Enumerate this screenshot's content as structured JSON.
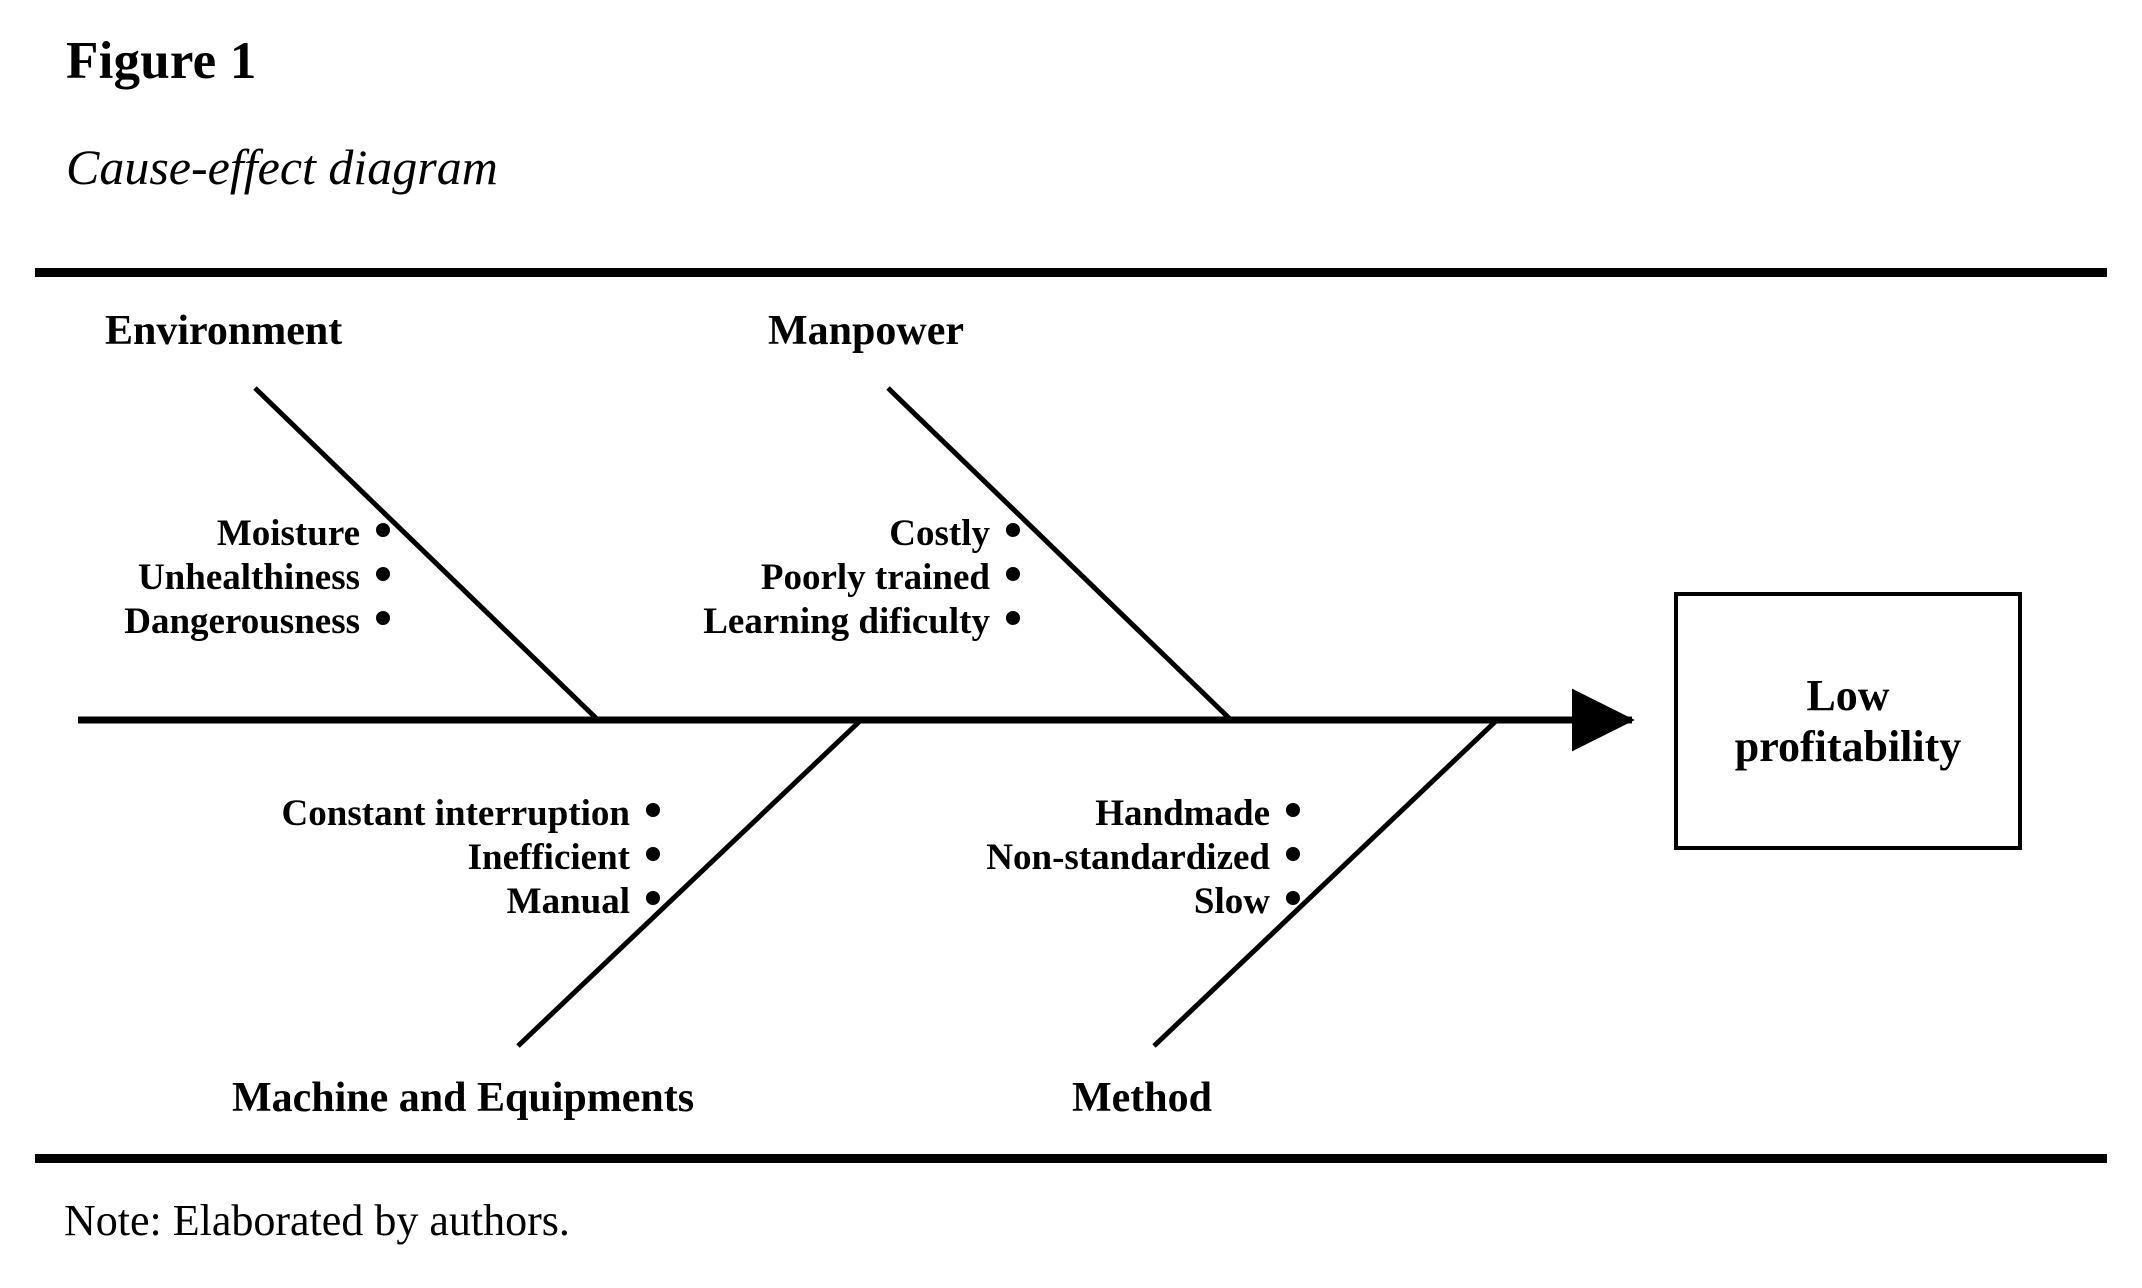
{
  "figure": {
    "label": "Figure 1",
    "caption": "Cause-effect diagram",
    "note": "Note: Elaborated by authors."
  },
  "diagram": {
    "type": "fishbone-cause-effect",
    "effect": {
      "line1": "Low",
      "line2": "profitability"
    },
    "categories": [
      {
        "name": "Environment",
        "position": "top-left",
        "causes": [
          "Moisture",
          "Unhealthiness",
          "Dangerousness"
        ]
      },
      {
        "name": "Manpower",
        "position": "top-right",
        "causes": [
          "Costly",
          "Poorly trained",
          "Learning dificulty"
        ]
      },
      {
        "name": "Machine and Equipments",
        "position": "bottom-left",
        "causes": [
          "Constant interruption",
          "Inefficient",
          "Manual"
        ]
      },
      {
        "name": "Method",
        "position": "bottom-right",
        "causes": [
          "Handmade",
          "Non-standardized",
          "Slow"
        ]
      }
    ]
  },
  "colors": {
    "ink": "#000000",
    "page": "#ffffff"
  }
}
